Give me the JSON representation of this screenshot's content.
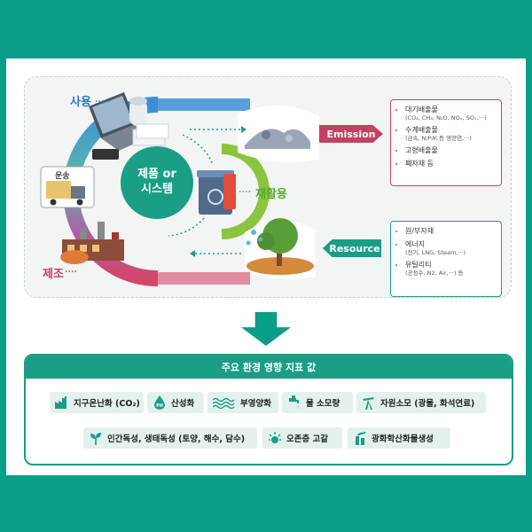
{
  "cycle": {
    "center": [
      "제품 or",
      "시스템"
    ],
    "stages": {
      "use": "사용",
      "transport": "운송",
      "manufacture": "제조",
      "recycle": "재활용"
    }
  },
  "emission": {
    "label": "Emission",
    "items": [
      {
        "title": "대기배출물",
        "sub": "(CO₂, CH₄, N₂O, NOₓ, SOₓ,···)"
      },
      {
        "title": "수계배출물",
        "sub": "(금속, N/P/K 등 영양염,···)"
      },
      {
        "title": "고형배출물",
        "sub": ""
      },
      {
        "title": "폐자재 등",
        "sub": ""
      }
    ]
  },
  "resource": {
    "label": "Resource",
    "items": [
      {
        "title": "원/부자재",
        "sub": ""
      },
      {
        "title": "에너지",
        "sub": "(전기, LNG, Steam,···)"
      },
      {
        "title": "유틸리티",
        "sub": "(공정수, N2, Air,···) 등"
      }
    ]
  },
  "indicators": {
    "title": "주요 환경 영향 지표 값",
    "items": [
      {
        "label": "지구온난화 (CO₂)",
        "icon": "factory-icon"
      },
      {
        "label": "산성화",
        "icon": "ph-drop-icon",
        "badge": "PH"
      },
      {
        "label": "부영양화",
        "icon": "waves-icon"
      },
      {
        "label": "물 소모량",
        "icon": "faucet-icon"
      },
      {
        "label": "자원소모 (광물, 화석연료)",
        "icon": "oil-pump-icon"
      },
      {
        "label": "인간독성, 생태독성 (토양, 해수, 담수)",
        "icon": "sprout-icon"
      },
      {
        "label": "오존층 고갈",
        "icon": "sun-icon"
      },
      {
        "label": "광화학산화물생성",
        "icon": "smokestack-icon"
      }
    ]
  },
  "colors": {
    "background": "#0a9e88",
    "teal": "#1a9e86",
    "emission": "#c44160",
    "use_label": "#2f76c5",
    "manufacture_label": "#c44160",
    "recycle_label": "#5aa830",
    "chip_bg": "#e3f1ee"
  }
}
